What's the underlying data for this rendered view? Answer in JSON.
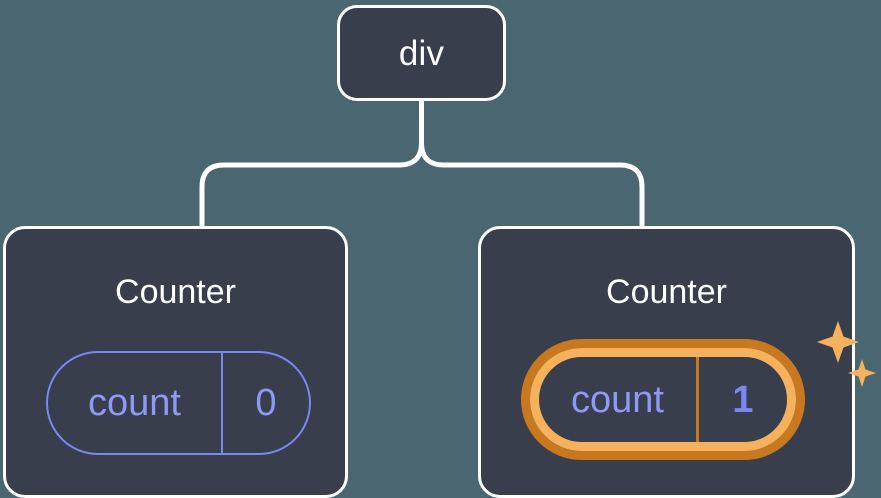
{
  "diagram": {
    "type": "component-tree",
    "background_color": "#4a6670",
    "node_fill_color": "#383e4c",
    "node_border_color": "#ffffff",
    "accent_purple": "#7b86f5",
    "highlight_outer_color": "#c8781f",
    "highlight_inner_color": "#f5b15c",
    "root": {
      "label": "div"
    },
    "children": [
      {
        "title": "Counter",
        "state": {
          "key": "count",
          "value": "0"
        },
        "highlighted": false
      },
      {
        "title": "Counter",
        "state": {
          "key": "count",
          "value": "1"
        },
        "highlighted": true,
        "sparkle_color": "#f5b15c"
      }
    ]
  }
}
